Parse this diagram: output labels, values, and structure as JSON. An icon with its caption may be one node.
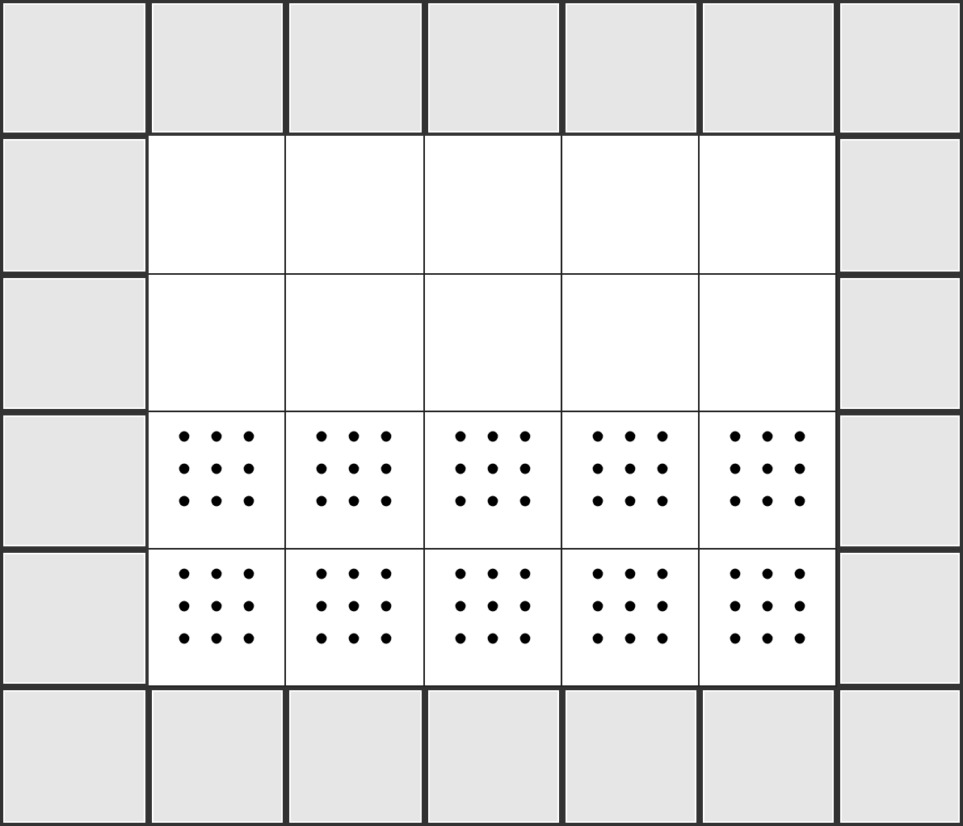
{
  "diagram": {
    "nodes": [
      {
        "text": [],
        "shape": "box"
      },
      {
        "text": [],
        "shape": "box"
      },
      {
        "text": [],
        "shape": "box"
      },
      {
        "text": [],
        "shape": "box"
      },
      {
        "text": [],
        "shape": "box"
      },
      {
        "text": [],
        "shape": "box"
      },
      {
        "text": [],
        "shape": "box"
      },
      {
        "text": [],
        "shape": "box"
      },
      {
        "text": [],
        "shape": "box"
      },
      {
        "text": [],
        "shape": "box"
      },
      {
        "text": [],
        "shape": "box"
      },
      {
        "text": [],
        "shape": "box"
      },
      {
        "text": [],
        "shape": "box"
      },
      {
        "text": [],
        "shape": "box"
      },
      {
        "text": [],
        "shape": "box"
      },
      {
        "text": [],
        "shape": "box"
      },
      {
        "text": [],
        "shape": "box"
      },
      {
        "text": [],
        "shape": "box"
      },
      {
        "text": [],
        "shape": "box"
      },
      {
        "text": [],
        "shape": "box"
      },
      {
        "text": [],
        "shape": "box"
      },
      {
        "text": [],
        "shape": "box"
      },
      {
        "text": [],
        "shape": "box"
      },
      {
        "text": [],
        "shape": "box"
      },
      {
        "text": [],
        "shape": "box"
      },
      {
        "text": [],
        "shape": "box"
      },
      {
        "text": [],
        "shape": "box"
      },
      {
        "text": [],
        "shape": "box"
      },
      {
        "text": [],
        "shape": "box"
      },
      {
        "text": [],
        "shape": "box"
      },
      {
        "text": [],
        "shape": "box"
      },
      {
        "text": [],
        "shape": "box"
      },
      {
        "text": [],
        "shape": "box"
      },
      {
        "text": [],
        "shape": "box"
      },
      {
        "text": [],
        "shape": "box"
      },
      {
        "text": [],
        "shape": "box"
      },
      {
        "text": [],
        "shape": "box"
      },
      {
        "text": [],
        "shape": "box"
      },
      {
        "text": [],
        "shape": "box"
      },
      {
        "text": [],
        "shape": "box"
      },
      {
        "text": [],
        "shape": "box"
      },
      {
        "text": [],
        "shape": "box"
      }
    ]
  }
}
